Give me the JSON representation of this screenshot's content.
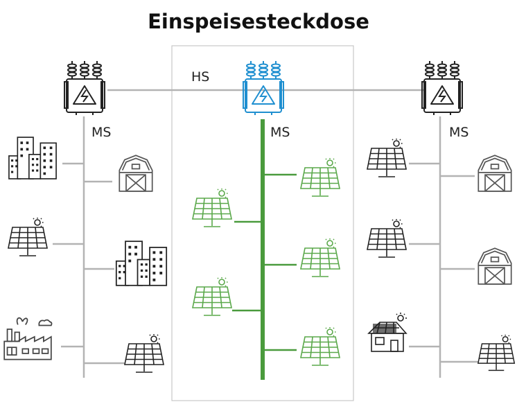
{
  "title": "Einspeisesteckdose",
  "labels": {
    "hs": "HS",
    "ms_left": "MS",
    "ms_center": "MS",
    "ms_right": "MS"
  },
  "colors": {
    "grey_line": "#b3b3b3",
    "green_line": "#4a9b3d",
    "green_icon": "#5aa84a",
    "blue_transformer": "#1f8fd0",
    "black_icon": "#222222",
    "frame": "#bdbdbd"
  },
  "icons": {
    "left": [
      "city-buildings-icon",
      "barn-icon",
      "solar-panel-icon",
      "city-buildings-icon",
      "factory-icon",
      "solar-panel-icon"
    ],
    "center": [
      "solar-panel-icon",
      "solar-panel-icon",
      "solar-panel-icon",
      "solar-panel-icon",
      "solar-panel-icon",
      "solar-panel-icon"
    ],
    "right": [
      "solar-panel-icon",
      "barn-icon",
      "solar-panel-icon",
      "barn-icon",
      "solar-house-icon",
      "solar-panel-icon"
    ]
  }
}
